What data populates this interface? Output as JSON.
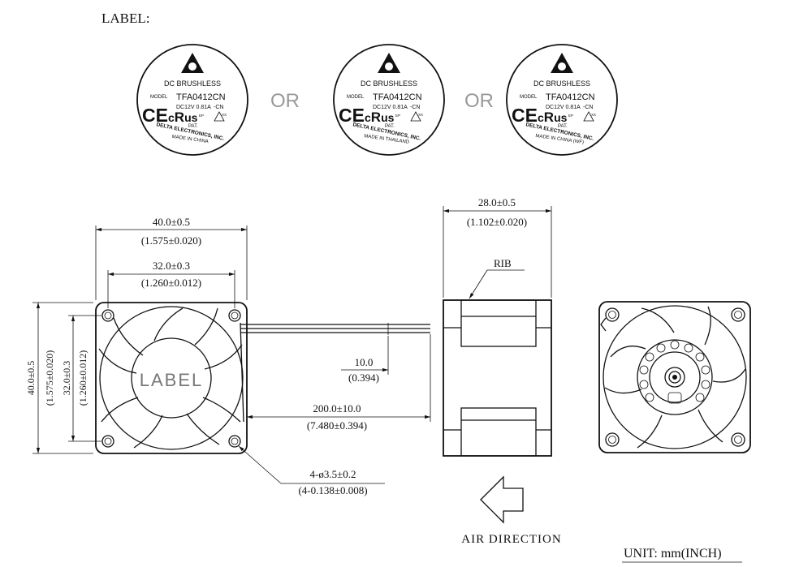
{
  "header": {
    "label_title": "LABEL:"
  },
  "labels": [
    {
      "line1": "DC BRUSHLESS",
      "model_caption": "MODEL",
      "model": "TFA0412CN",
      "rating": "DC12V 0.81A",
      "suffix": "-CN",
      "ep": "EP",
      "xx": "XX",
      "pat": "PAT.",
      "company": "DELTA ELECTRONICS, INC.",
      "origin": "MADE IN CHINA"
    },
    {
      "line1": "DC BRUSHLESS",
      "model_caption": "MODEL",
      "model": "TFA0412CN",
      "rating": "DC12V 0.81A",
      "suffix": "-CN",
      "ep": "EP",
      "xx": "XX",
      "pat": "PAT.",
      "company": "DELTA ELECTRONICS, INC.",
      "origin": "MADE IN THAILAND"
    },
    {
      "line1": "DC BRUSHLESS",
      "model_caption": "MODEL",
      "model": "TFA0412CN",
      "rating": "DC12V 0.81A",
      "suffix": "-CN",
      "ep": "EP",
      "xx": "XX",
      "pat": "PAT.",
      "company": "DELTA ELECTRONICS, INC.",
      "origin": "MADE IN CHINA (WF)"
    }
  ],
  "separators": {
    "or_1": "OR",
    "or_2": "OR"
  },
  "front_view": {
    "hub_text": "LABEL",
    "dim_width_mm": "40.0±0.5",
    "dim_width_in": "(1.575±0.020)",
    "dim_hole_mm": "32.0±0.3",
    "dim_hole_in": "(1.260±0.012)",
    "dim_height_mm": "40.0±0.5",
    "dim_height_in": "(1.575±0.020)",
    "dim_vhole_mm": "32.0±0.3",
    "dim_vhole_in": "(1.260±0.012)",
    "dim_strip_mm": "10.0",
    "dim_strip_in": "(0.394)",
    "dim_lead_mm": "200.0±10.0",
    "dim_lead_in": "(7.480±0.394)",
    "dim_holes_mm": "4-ø3.5±0.2",
    "dim_holes_in": "(4-0.138±0.008)"
  },
  "side_view": {
    "dim_depth_mm": "28.0±0.5",
    "dim_depth_in": "(1.102±0.020)",
    "rib_label": "RIB",
    "air_direction": "AIR DIRECTION"
  },
  "footer": {
    "unit": "UNIT: mm(INCH)"
  }
}
